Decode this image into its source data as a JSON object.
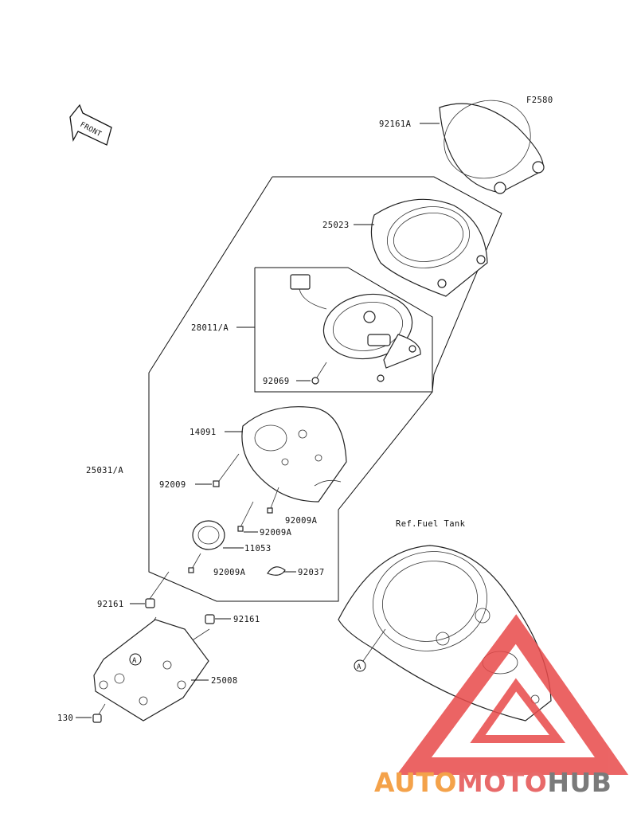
{
  "diagram": {
    "figure_code": "F2580",
    "front_label": "FRONT",
    "ref_label": "Ref.Fuel Tank",
    "callouts": {
      "c92161A": "92161A",
      "c25023": "25023",
      "c28011A": "28011/A",
      "c92069": "92069",
      "c14091": "14091",
      "c25031A": "25031/A",
      "c92009": "92009",
      "c92009A_1": "92009A",
      "c92009A_2": "92009A",
      "c11053": "11053",
      "c92009A_3": "92009A",
      "c92037": "92037",
      "c92161_left": "92161",
      "c92161_right": "92161",
      "c25008": "25008",
      "c130": "130",
      "marker_a_left": "A",
      "marker_a_right": "A"
    }
  },
  "watermark": {
    "part1": "AUTO",
    "part2": "MOTO",
    "part3": "HUB",
    "color1": "#f4a24a",
    "color2": "#e86a6a",
    "color3": "#7a7a7a",
    "triangle_color": "#e84a4a"
  }
}
